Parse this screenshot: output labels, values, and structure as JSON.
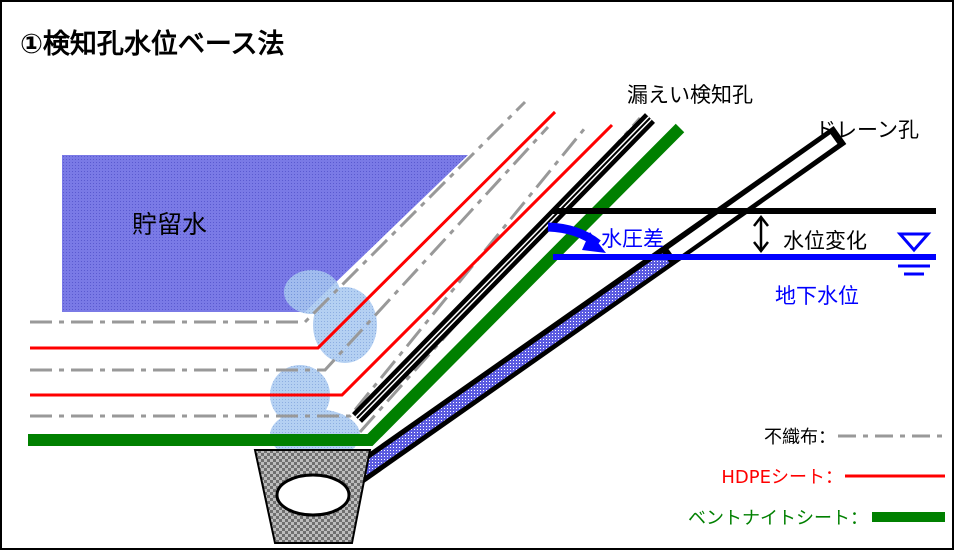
{
  "title": "①検知孔水位ベース法",
  "labels": {
    "reservoir": "貯留水",
    "leak_hole": "漏えい検知孔",
    "drain_hole": "ドレーン孔",
    "pressure_diff": "水圧差",
    "level_change": "水位変化",
    "groundwater": "地下水位"
  },
  "legend": [
    {
      "label": "不織布：",
      "style": "dash-dot",
      "color": "#999999"
    },
    {
      "label": "HDPEシート：",
      "style": "solid",
      "color": "#ff0000"
    },
    {
      "label": "ベントナイトシート：",
      "style": "thick",
      "color": "#008000"
    }
  ],
  "colors": {
    "water": "#7070ee",
    "groundwater_line": "#0000ff",
    "nonwoven": "#999999",
    "hdpe": "#ff0000",
    "bentonite": "#008000",
    "black": "#000000"
  }
}
